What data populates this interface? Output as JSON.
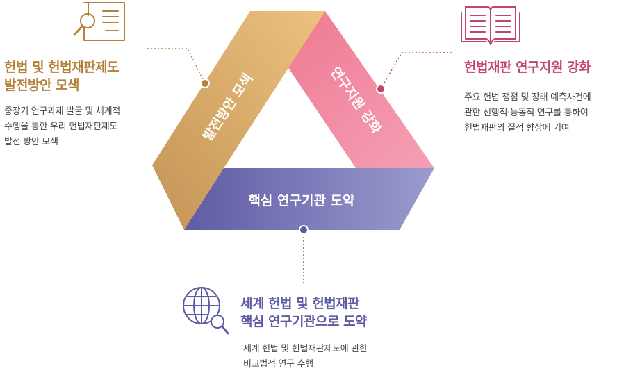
{
  "colors": {
    "gold": "#b5803a",
    "pink": "#c2466a",
    "purple": "#5d5ba1",
    "gold_band_start": "#ecc27e",
    "gold_band_end": "#c49456",
    "pink_band_start": "#ee7590",
    "pink_band_end": "#f5a0b4",
    "purple_band_start": "#5f5ca3",
    "purple_band_end": "#9b9bcf"
  },
  "bands": {
    "left": "발전방안 모색",
    "right": "연구지원 강화",
    "bottom": "핵심 연구기관 도약"
  },
  "items": {
    "left": {
      "icon": "document-search-icon",
      "title": "헌법 및 헌법재판제도\n발전방안 모색",
      "desc": "중장기 연구과제 발굴 및 체계적\n수행을 통한 우리 헌법재판제도\n발전 방안 모색"
    },
    "right": {
      "icon": "open-book-icon",
      "title": "헌법재판 연구지원 강화",
      "desc": "주요 헌법 쟁점 및 장래 예측사건에\n관한 선행적·능동적 연구를 통하여\n헌법재판의 질적 향상에 기여"
    },
    "bottom": {
      "icon": "globe-search-icon",
      "title": "세계 헌법 및 헌법재판\n핵심 연구기관으로 도약",
      "desc": "세계 헌법 및 헌법재판제도에 관한\n비교법적 연구 수행"
    }
  }
}
